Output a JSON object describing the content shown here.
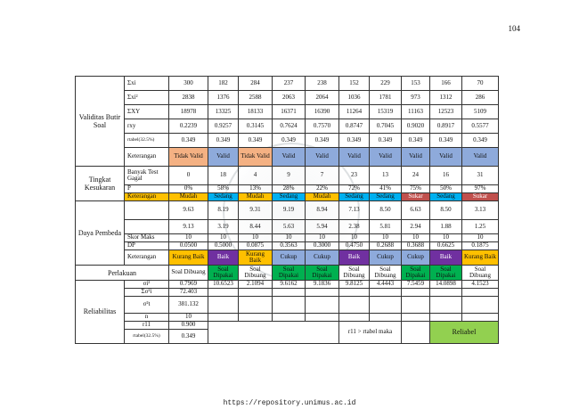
{
  "page_number": "104",
  "footer_url": "https://repository.unimus.ac.id",
  "validitas": {
    "section": "Validitas Butir Soal",
    "rows": [
      {
        "label": "Σxi",
        "values": [
          "300",
          "182",
          "284",
          "237",
          "238",
          "152",
          "229",
          "153",
          "166",
          "70"
        ]
      },
      {
        "label": "Σxi²",
        "values": [
          "2838",
          "1376",
          "2588",
          "2063",
          "2064",
          "1036",
          "1781",
          "973",
          "1312",
          "286"
        ]
      },
      {
        "label": "ΣXY",
        "values": [
          "18978",
          "13325",
          "18133",
          "16371",
          "16390",
          "11264",
          "15319",
          "11163",
          "12523",
          "5109"
        ]
      },
      {
        "label": "rxy",
        "values": [
          "0.2239",
          "0.9257",
          "0.3145",
          "0.7624",
          "0.7570",
          "0.8747",
          "0.7045",
          "0.9020",
          "0.8917",
          "0.5577"
        ]
      },
      {
        "label": "rtabel(32.5%)",
        "values": [
          "0.349",
          "0.349",
          "0.349",
          "0.349",
          "0.349",
          "0.349",
          "0.349",
          "0.349",
          "0.349",
          "0.349"
        ]
      }
    ],
    "keterangan_label": "Keterangan",
    "keterangan": [
      "Tidak Valid",
      "Valid",
      "Tidak Valid",
      "Valid",
      "Valid",
      "Valid",
      "Valid",
      "Valid",
      "Valid",
      "Valid"
    ]
  },
  "kesukaran": {
    "section": "Tingkat Kesukaran",
    "banyak_label": "Banyak Test Gagal",
    "banyak": [
      "0",
      "18",
      "4",
      "9",
      "7",
      "23",
      "13",
      "24",
      "16",
      "31"
    ],
    "p_label": "P",
    "p": [
      "0%",
      "58%",
      "13%",
      "28%",
      "22%",
      "72%",
      "41%",
      "75%",
      "50%",
      "97%"
    ],
    "keterangan_label": "Keterangan",
    "keterangan": [
      "Mudah",
      "Sedang",
      "Mudah",
      "Sedang",
      "Mudah",
      "Sedang",
      "Sedang",
      "Sukar",
      "Sedang",
      "Sukar"
    ]
  },
  "daya": {
    "section": "Daya Pembeda",
    "row1": [
      "9.63",
      "8.19",
      "9.31",
      "9.19",
      "8.94",
      "7.13",
      "8.50",
      "6.63",
      "8.50",
      "3.13"
    ],
    "row2": [
      "9.13",
      "3.19",
      "8.44",
      "5.63",
      "5.94",
      "2.38",
      "5.81",
      "2.94",
      "1.88",
      "1.25"
    ],
    "skor_label": "Skor Maks",
    "skor": [
      "10",
      "10",
      "10",
      "10",
      "10",
      "10",
      "10",
      "10",
      "10",
      "10"
    ],
    "dp_label": "DP",
    "dp": [
      "0.0500",
      "0.5000",
      "0.0875",
      "0.3563",
      "0.3000",
      "0.4750",
      "0.2688",
      "0.3688",
      "0.6625",
      "0.1875"
    ],
    "keterangan_label": "Keterangan",
    "keterangan": [
      "Kurang Baik",
      "Baik",
      "Kurang Baik",
      "Cukup",
      "Cukup",
      "Baik",
      "Cukup",
      "Cukup",
      "Baik",
      "Kurang Baik"
    ]
  },
  "perlakuan": {
    "label": "Perlakuan",
    "values": [
      "Soal Dibuang",
      "Soal Dipakai",
      "Soal Dibuang",
      "Soal Dipakai",
      "Soal Dipakai",
      "Soal Dibuang",
      "Soal Dibuang",
      "Soal Dipakai",
      "Soal Dipakai",
      "Soal Dibuang"
    ]
  },
  "reliabilitas": {
    "section": "Reliabilitas",
    "si2_label": "σi²",
    "si2": [
      "0.7969",
      "10.6523",
      "2.1094",
      "9.6162",
      "9.1836",
      "9.8125",
      "4.4443",
      "7.5459",
      "14.0898",
      "4.1523"
    ],
    "sum_label": "Σσ²i",
    "sum": "72.403",
    "st_label": "σ²t",
    "st": "381.132",
    "n_label": "n",
    "n": "10",
    "r11_label": "r11",
    "r11": "0.900",
    "rtabel_label": "rtabel(32.5%)",
    "rtabel": "0.349",
    "conclusion_text": "r11 > rtabel maka",
    "conclusion": "Reliabel"
  }
}
